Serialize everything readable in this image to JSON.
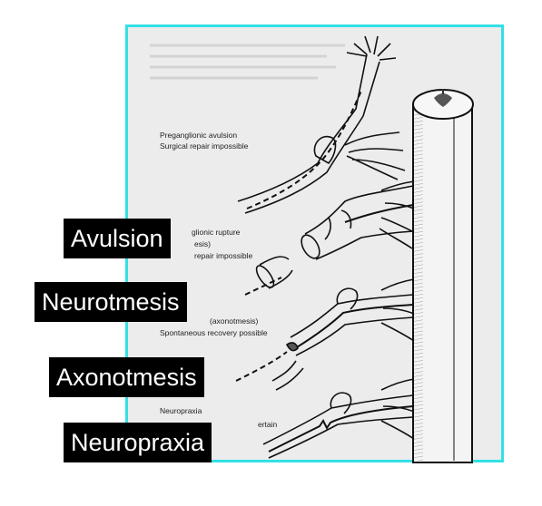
{
  "figure": {
    "caption_preganglionic_title": "Preganglionic avulsion",
    "caption_preganglionic_sub": "Surgical repair impossible",
    "caption_rupture_title": "glionic rupture",
    "caption_rupture_mid": "esis)",
    "caption_rupture_sub": "repair impossible",
    "caption_axon_title": "(axonotmesis)",
    "caption_axon_sub": "Spontaneous recovery possible",
    "caption_praxia_title": "Neuropraxia",
    "caption_praxia_sub": "ertain"
  },
  "labels": {
    "avulsion": "Avulsion",
    "neurotmesis": "Neurotmesis",
    "axonotmesis": "Axonotmesis",
    "neuropraxia": "Neuropraxia"
  },
  "colors": {
    "frame_border": "#33e0e6",
    "label_bg": "#000000",
    "label_text": "#ffffff",
    "scan_bg": "#ececec"
  }
}
